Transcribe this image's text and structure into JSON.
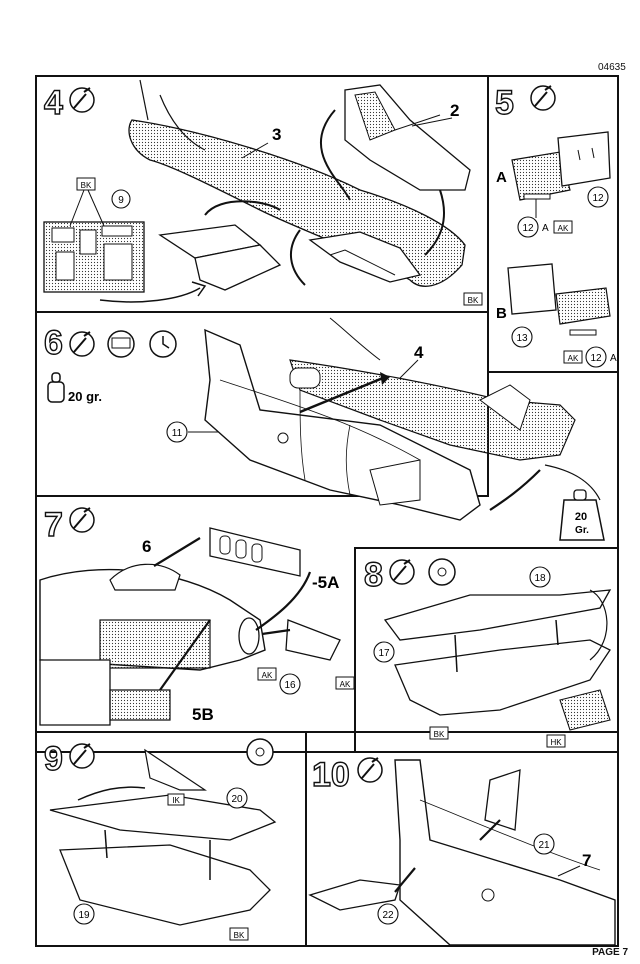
{
  "header": {
    "doc_code": "04635"
  },
  "footer": {
    "page_label": "PAGE 7"
  },
  "steps": [
    {
      "number": "4",
      "callouts": [
        "3",
        "2",
        "9"
      ],
      "marks": [
        "BK",
        "BK"
      ]
    },
    {
      "number": "5",
      "callouts": [
        "12",
        "12",
        "13",
        "12"
      ],
      "suffix": "A",
      "views": [
        "A",
        "B"
      ],
      "marks": [
        "AK",
        "AK"
      ]
    },
    {
      "number": "6",
      "callouts": [
        "4",
        "11"
      ],
      "weight_label": "20 gr.",
      "weight_tag": "20",
      "weight_tag_unit": "Gr."
    },
    {
      "number": "7",
      "callouts": [
        "6",
        "-5A",
        "5B",
        "16"
      ],
      "marks": [
        "AK",
        "AK"
      ]
    },
    {
      "number": "8",
      "callouts": [
        "18",
        "17"
      ],
      "marks": [
        "BK",
        "HK"
      ]
    },
    {
      "number": "9",
      "callouts": [
        "20",
        "19"
      ],
      "marks": [
        "IK",
        "BK"
      ]
    },
    {
      "number": "10",
      "callouts": [
        "7",
        "21",
        "22"
      ]
    }
  ]
}
